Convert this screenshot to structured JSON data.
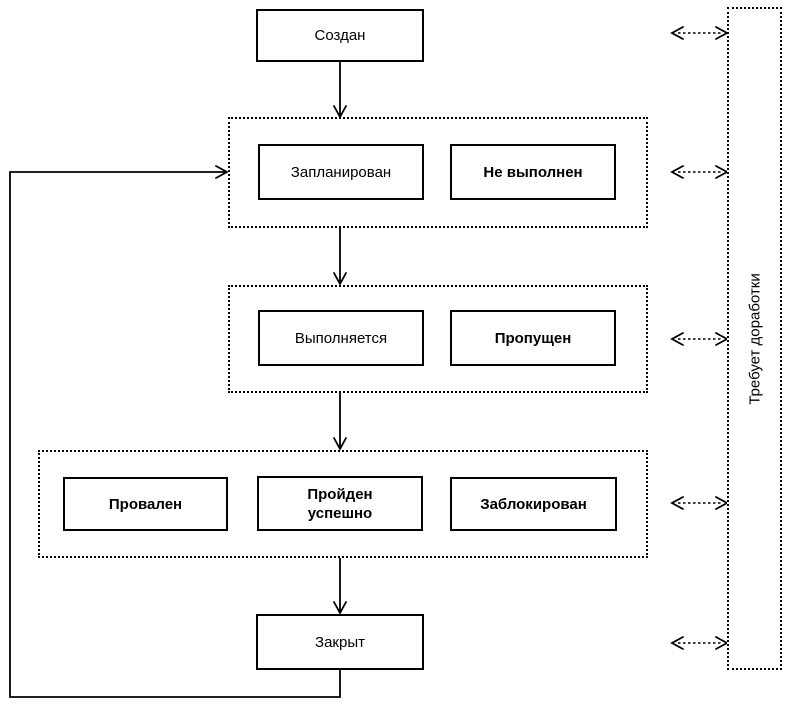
{
  "diagram": {
    "nodes": {
      "created": "Создан",
      "planned": "Запланирован",
      "not_executed": "Не выполнен",
      "executing": "Выполняется",
      "skipped": "Пропущен",
      "failed": "Провален",
      "passed": "Пройден успешно",
      "blocked": "Заблокирован",
      "closed": "Закрыт"
    },
    "side_label": "Требует доработки",
    "colors": {
      "line": "#000000",
      "background": "#ffffff"
    }
  }
}
